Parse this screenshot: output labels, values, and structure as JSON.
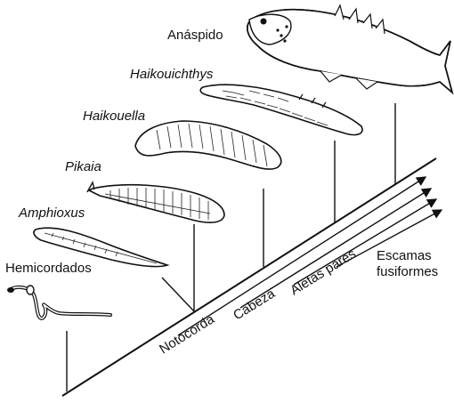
{
  "taxa": [
    {
      "id": "hemicordados",
      "label": "Hemicordados",
      "italic": false
    },
    {
      "id": "amphioxus",
      "label": "Amphioxus",
      "italic": true
    },
    {
      "id": "pikaia",
      "label": "Pikaia",
      "italic": true
    },
    {
      "id": "haikouella",
      "label": "Haikouella",
      "italic": true
    },
    {
      "id": "haikouichthys",
      "label": "Haikouichthys",
      "italic": true
    },
    {
      "id": "anaspido",
      "label": "Anáspido",
      "italic": false
    }
  ],
  "characters": [
    {
      "id": "notocorda",
      "label": "Notocorda"
    },
    {
      "id": "cabeza",
      "label": "Cabeza"
    },
    {
      "id": "aletas",
      "label": "Aletas pares"
    },
    {
      "id": "escamas",
      "label": "Escamas fusiformes",
      "line1": "Escamas",
      "line2": "fusiformes"
    }
  ],
  "colors": {
    "ink": "#111111",
    "background": "#ffffff"
  },
  "icons": [
    "hemicordado-worm-icon",
    "amphioxus-icon",
    "pikaia-icon",
    "haikouella-icon",
    "haikouichthys-icon",
    "anaspido-fish-icon"
  ]
}
